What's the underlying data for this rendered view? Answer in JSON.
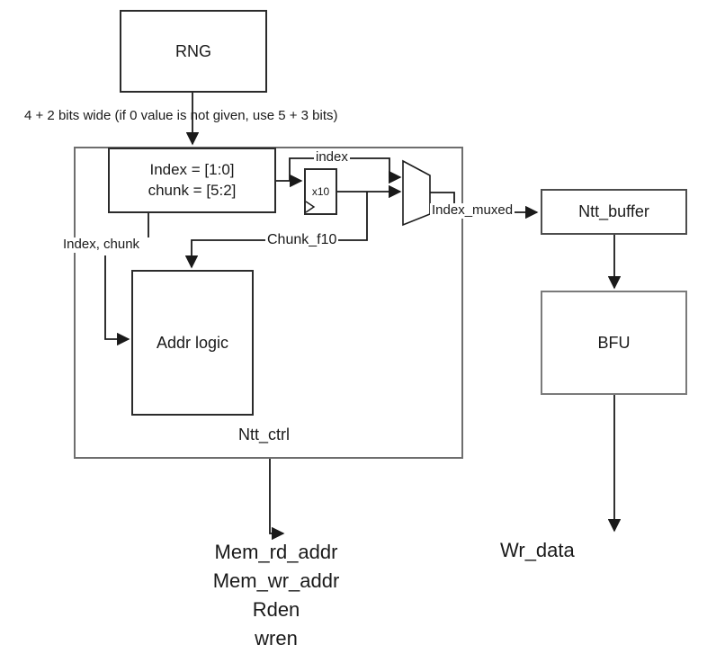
{
  "diagram": {
    "rng_label": "RNG",
    "note": "4 + 2 bits wide (if 0 value is not given, use 5 + 3 bits)",
    "index_reg": {
      "line1": "Index = [1:0]",
      "line2": "chunk = [5:2]"
    },
    "x10_label": "x10",
    "addr_logic_label": "Addr logic",
    "ntt_ctrl_label": "Ntt_ctrl",
    "ntt_buffer_label": "Ntt_buffer",
    "bfu_label": "BFU",
    "wire_labels": {
      "index": "index",
      "chunk_f10": "Chunk_f10",
      "index_chunk": "Index, chunk",
      "index_muxed": "Index_muxed",
      "wr_data": "Wr_data"
    },
    "ctrl_outputs": [
      "Mem_rd_addr",
      "Mem_wr_addr",
      "Rden",
      "wren"
    ]
  },
  "colors": {
    "line": "#1a1a1a",
    "inner_box_border": "#2b2b2b",
    "outer_box_border": "#6e6e6e",
    "gray_box_border": "#7a7a7a",
    "background": "#ffffff",
    "text": "#1a1a1a"
  }
}
